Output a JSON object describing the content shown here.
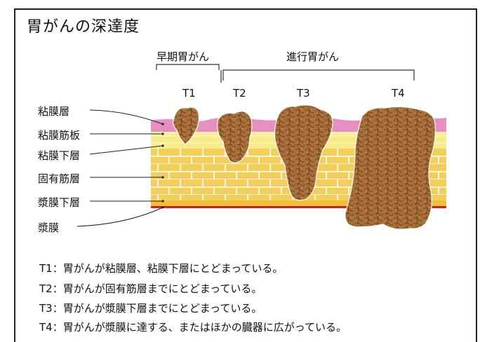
{
  "title": "胃がんの深達度",
  "headers": {
    "early": "早期胃がん",
    "advanced": "進行胃がん"
  },
  "stages": [
    "T1",
    "T2",
    "T3",
    "T4"
  ],
  "layers": [
    "粘膜層",
    "粘膜筋板",
    "粘膜下層",
    "固有筋層",
    "漿膜下層",
    "漿膜"
  ],
  "legend": [
    "T1：胃がんが粘膜層、粘膜下層にとどまっている。",
    "T2：胃がんが固有筋層までにとどまっている。",
    "T3：胃がんが漿膜下層までにとどまっている。",
    "T4：胃がんが漿膜に達する、またはほかの臓器に広がっている。"
  ],
  "colors": {
    "mucosa": "#e68fc0",
    "submucosa": "#f7ec8a",
    "muscle": "#f2cf5a",
    "serosa": "#f0c03a",
    "serosa_line": "#d21f1f",
    "tumor": "#a8703a"
  }
}
